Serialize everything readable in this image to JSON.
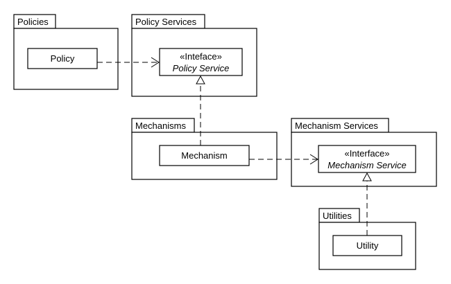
{
  "packages": {
    "policies": {
      "label": "Policies"
    },
    "policy_services": {
      "label": "Policy Services"
    },
    "mechanisms": {
      "label": "Mechanisms"
    },
    "mechanism_services": {
      "label": "Mechanism Services"
    },
    "utilities": {
      "label": "Utilities"
    }
  },
  "classes": {
    "policy": {
      "label": "Policy"
    },
    "mechanism": {
      "label": "Mechanism"
    },
    "utility": {
      "label": "Utility"
    }
  },
  "interfaces": {
    "policy_service": {
      "stereotype": "«Inteface»",
      "name": "Policy Service"
    },
    "mechanism_service": {
      "stereotype": "«Interface»",
      "name": "Mechanism Service"
    }
  }
}
